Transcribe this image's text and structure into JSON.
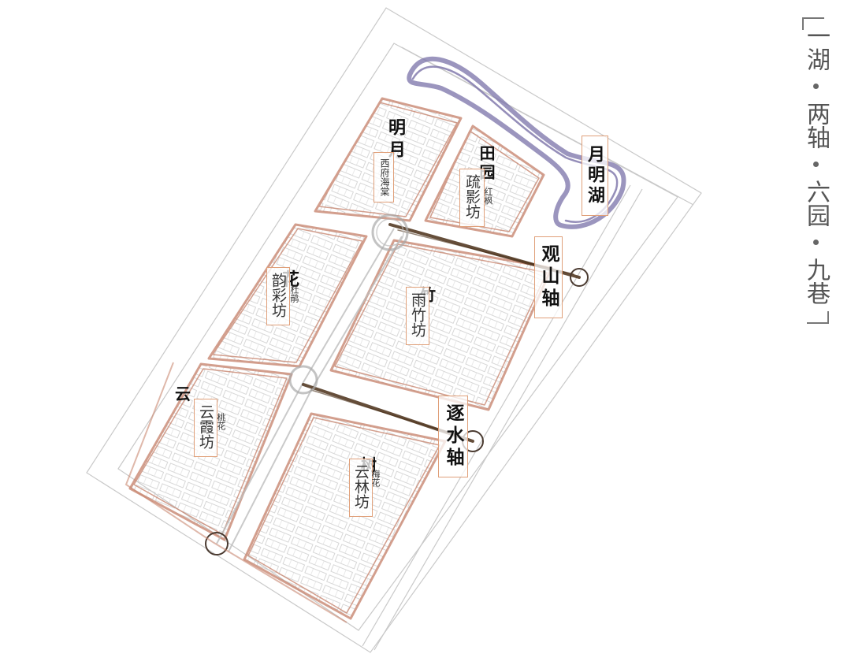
{
  "title_parts": {
    "c1": "一湖",
    "c2": "两轴",
    "c3": "六园",
    "c4": "九巷"
  },
  "axes": {
    "guanshan": "观山轴",
    "zhushui": "逐水轴"
  },
  "lake": "月明湖",
  "gardens": {
    "mingyue": "明月",
    "tianyuan": "田园",
    "hua": "花",
    "zhu": "竹",
    "yun": "云",
    "shu": "树"
  },
  "fang": {
    "xifu": {
      "name": "西府海棠"
    },
    "shuying": {
      "name": "疏影坊",
      "sub": "红枫"
    },
    "yuncai": {
      "name": "韵彩坊",
      "sub": "杜鹃"
    },
    "yuzhu": {
      "name": "雨竹坊"
    },
    "yunxia": {
      "name": "云霞坊",
      "sub": "桃花"
    },
    "yunlin": {
      "name": "云林坊",
      "sub": "梅花"
    }
  },
  "colors": {
    "block_outline": "#c98872",
    "lake_outline": "#7a72a8",
    "axis_brush": "#4a2f18",
    "label_box": "#e0a07a",
    "title_text": "#555555"
  }
}
